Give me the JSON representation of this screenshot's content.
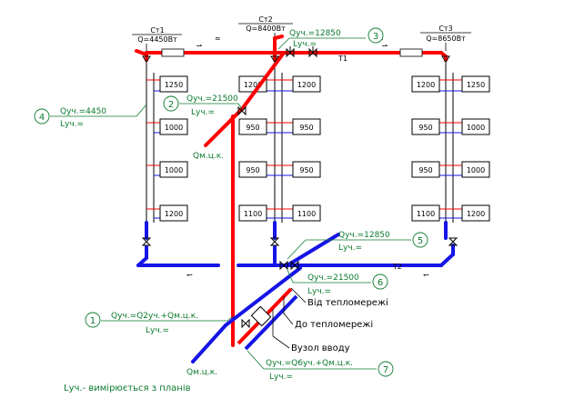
{
  "colors": {
    "supply": "#ff0000",
    "return": "#1414e6",
    "thin_return": "#7878e6",
    "annotation": "#0b7a2e",
    "ink": "#000000"
  },
  "risers": [
    {
      "name": "Ст1",
      "load": "Q=4450Вт"
    },
    {
      "name": "Ст2",
      "load": "Q=8400Вт"
    },
    {
      "name": "Ст3",
      "load": "Q=8650Вт"
    }
  ],
  "radiators": {
    "st1": [
      "1250",
      "1000",
      "1000",
      "1200"
    ],
    "st2_left": [
      "1200",
      "950",
      "950",
      "1100"
    ],
    "st2_right": [
      "1200",
      "950",
      "950",
      "1100"
    ],
    "st3_left": [
      "1200",
      "950",
      "950",
      "1100"
    ],
    "st3_right": [
      "1250",
      "1000",
      "1000",
      "1200"
    ]
  },
  "pipes": {
    "supply_label": "T1",
    "return_label": "T2"
  },
  "sections": [
    {
      "num": "1",
      "q": "Qуч.=Q2уч.+Qм.ц.к.",
      "l": "Lуч.="
    },
    {
      "num": "2",
      "q": "Qуч.=21500",
      "l": "Lуч.="
    },
    {
      "num": "3",
      "q": "Qуч.=12850",
      "l": "Lуч.="
    },
    {
      "num": "4",
      "q": "Qуч.=4450",
      "l": "Lуч.="
    },
    {
      "num": "5",
      "q": "Qуч.=12850",
      "l": "Lуч.="
    },
    {
      "num": "6",
      "q": "Qуч.=21500",
      "l": "Lуч.="
    },
    {
      "num": "7",
      "q": "Qуч.=Q6уч.+Qм.ц.к.",
      "l": "Lуч.="
    }
  ],
  "mck_labels": [
    "Qм.ц.к.",
    "Qм.ц.к."
  ],
  "legend": {
    "from_network": "Від тепломережі",
    "to_network": "До тепломережі",
    "inlet": "Вузол вводу"
  },
  "note": "Lуч.- вимірюється з планів"
}
